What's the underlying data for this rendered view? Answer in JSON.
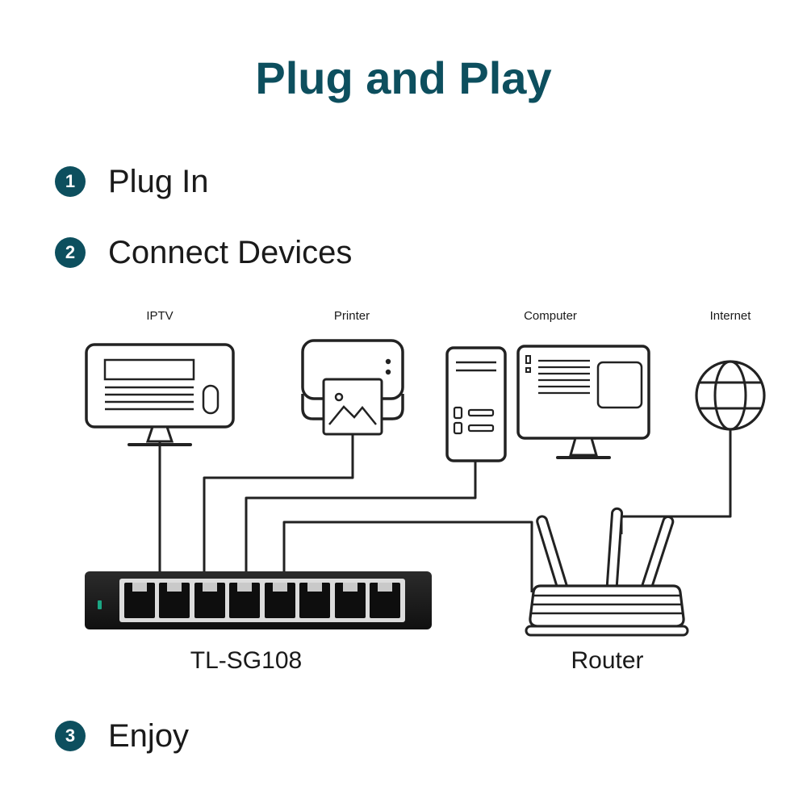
{
  "title": "Plug and Play",
  "steps": [
    {
      "num": "1",
      "label": "Plug In"
    },
    {
      "num": "2",
      "label": "Connect Devices"
    },
    {
      "num": "3",
      "label": "Enjoy"
    }
  ],
  "devices": {
    "iptv": {
      "label": "IPTV"
    },
    "printer": {
      "label": "Printer"
    },
    "computer": {
      "label": "Computer"
    },
    "internet": {
      "label": "Internet"
    }
  },
  "switch": {
    "label": "TL-SG108",
    "port_count": 8
  },
  "router": {
    "label": "Router"
  },
  "colors": {
    "accent": "#0D4F5E",
    "text": "#1A1A1A",
    "line": "#222222",
    "led": "#1BA784"
  }
}
